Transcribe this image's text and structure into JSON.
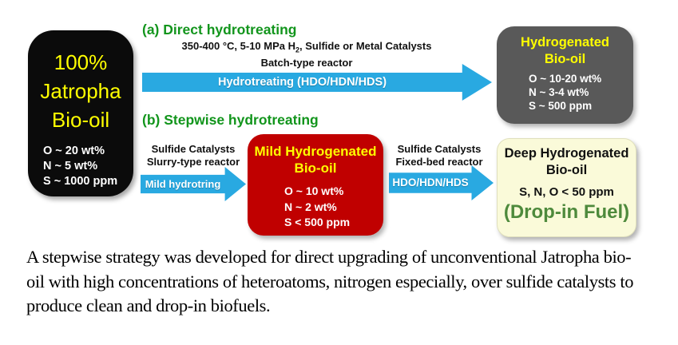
{
  "palette": {
    "arrow_blue": "#29a9e1",
    "heading_green": "#12951c",
    "dropin_green": "#4e8a3c",
    "red_box": "#c00000",
    "gray_box": "#595959",
    "black_box": "#0b0b0b",
    "cream_box": "#fafad9",
    "yellow_text": "#ffff00"
  },
  "source": {
    "title_lines": [
      "100%",
      "Jatropha",
      "Bio-oil"
    ],
    "stats": [
      "O ~ 20 wt%",
      "N ~ 5 wt%",
      "S ~ 1000 ppm"
    ]
  },
  "path_a": {
    "heading": "(a) Direct hydrotreating",
    "cond_pre": "350-400 °C, 5-10 MPa H",
    "cond_sub": "2",
    "cond_post": ", Sulfide or Metal Catalysts",
    "cond_line2": "Batch-type reactor",
    "arrow_label": "Hydrotreating (HDO/HDN/HDS)",
    "product": {
      "title_lines": [
        "Hydrogenated",
        "Bio-oil"
      ],
      "stats": [
        "O ~ 10-20 wt%",
        "N ~ 3-4 wt%",
        "S ~ 500 ppm"
      ]
    }
  },
  "path_b": {
    "heading": "(b) Stepwise hydrotreating",
    "step1": {
      "catalyst": "Sulfide Catalysts",
      "reactor": "Slurry-type reactor",
      "arrow_label": "Mild hydrotring"
    },
    "intermediate": {
      "title_lines": [
        "Mild Hydrogenated",
        "Bio-oil"
      ],
      "stats": [
        "O ~ 10 wt%",
        "N ~ 2 wt%",
        "S < 500 ppm"
      ]
    },
    "step2": {
      "catalyst": "Sulfide Catalysts",
      "reactor": "Fixed-bed reactor",
      "arrow_label": "HDO/HDN/HDS"
    },
    "product": {
      "title_lines": [
        "Deep Hydrogenated",
        "Bio-oil"
      ],
      "purity": "S, N, O < 50 ppm",
      "highlight": "(Drop-in Fuel)"
    }
  },
  "caption_lines": [
    "A stepwise strategy was developed for direct upgrading of unconventional Jatropha bio-",
    "oil with high concentrations of heteroatoms, nitrogen especially, over sulfide catalysts to",
    "produce clean and drop-in biofuels."
  ]
}
